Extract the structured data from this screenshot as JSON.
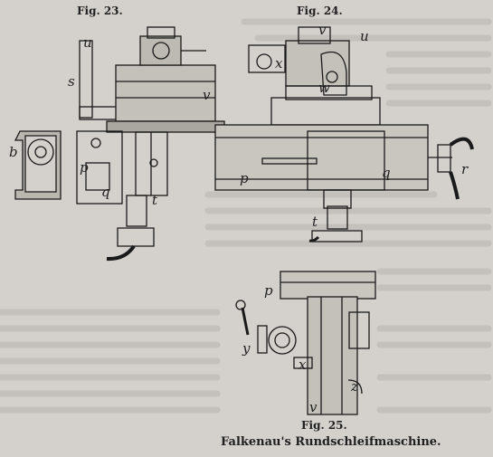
{
  "captions": {
    "fig23": "Fig. 23.",
    "fig24": "Fig. 24.",
    "fig25": "Fig. 25.",
    "title": "Falkenau's Rundschleifmaschine."
  },
  "fig23_labels": {
    "u": "u",
    "s": "s",
    "v": "v",
    "b": "b",
    "p": "p",
    "q": "q",
    "t": "t"
  },
  "fig24_labels": {
    "v": "v",
    "u": "u",
    "x": "x",
    "w": "w",
    "p": "p",
    "q": "q",
    "r": "r",
    "t": "t"
  },
  "fig25_labels": {
    "p": "p",
    "y": "y",
    "x": "x",
    "z": "z",
    "v": "v"
  }
}
